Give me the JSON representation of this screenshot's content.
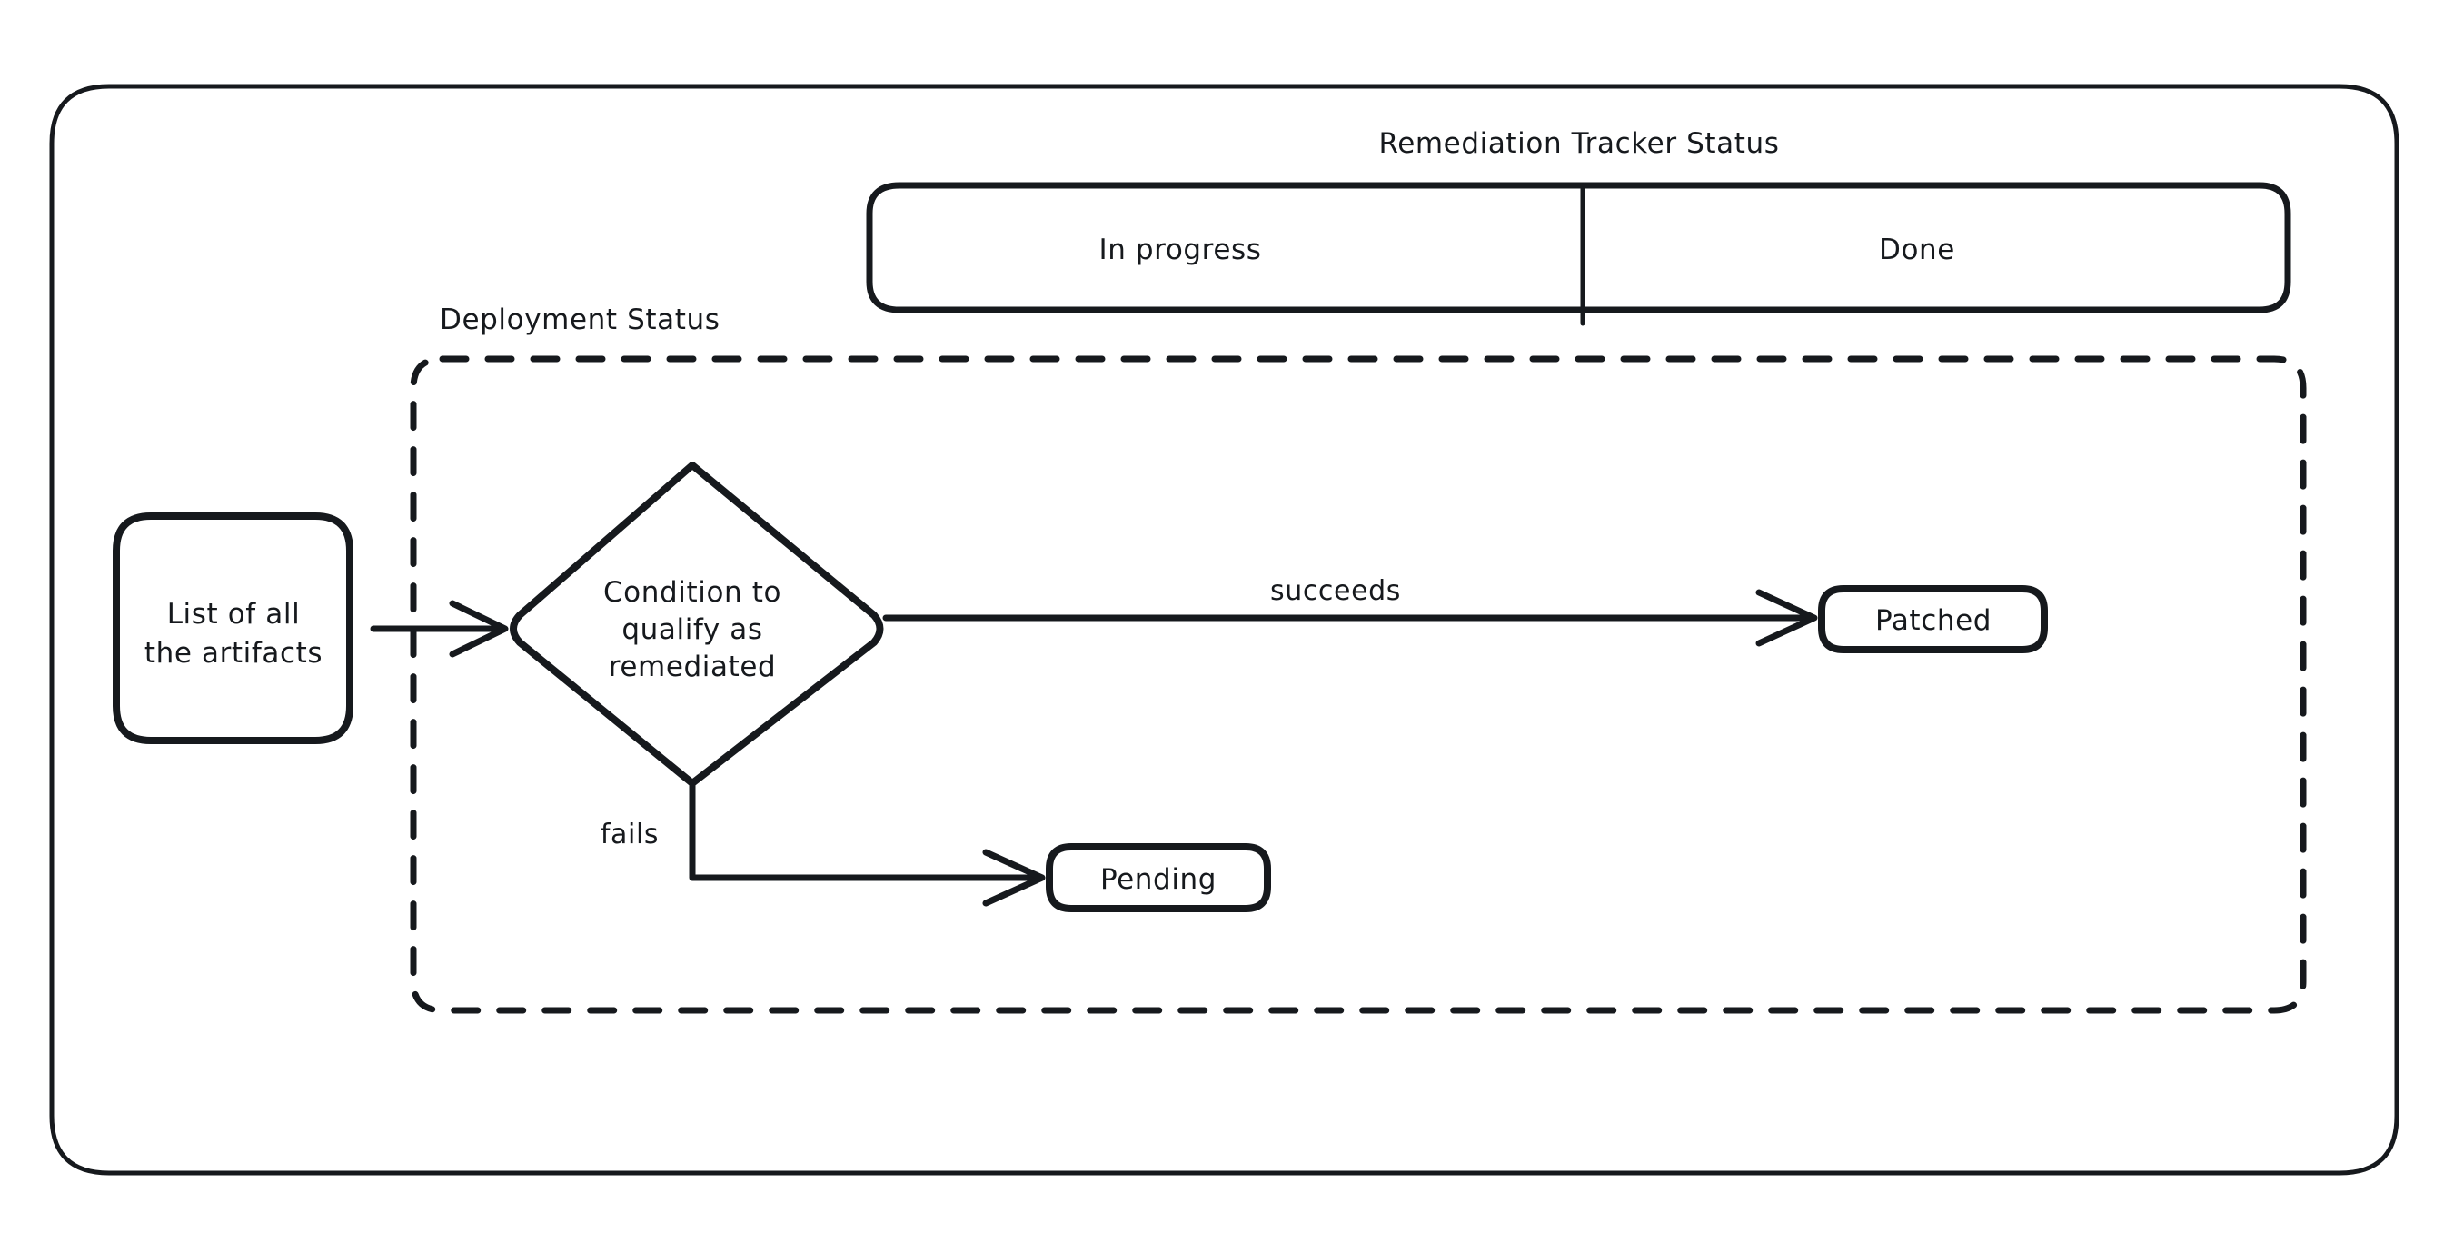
{
  "diagram": {
    "title": "Remediation Tracker Status",
    "swimlane": {
      "label": "Remediation Tracker Status",
      "lanes": [
        {
          "label": "In progress"
        },
        {
          "label": "Done"
        }
      ]
    },
    "group": {
      "label": "Deployment Status",
      "style": "dashed"
    },
    "nodes": [
      {
        "id": "artifacts",
        "label_line1": "List of all",
        "label_line2": "the artifacts",
        "shape": "rounded-rect"
      },
      {
        "id": "condition",
        "label_line1": "Condition to",
        "label_line2": "qualify as",
        "label_line3": "remediated",
        "shape": "diamond"
      },
      {
        "id": "patched",
        "label": "Patched",
        "shape": "rounded-rect"
      },
      {
        "id": "pending",
        "label": "Pending",
        "shape": "rounded-rect"
      }
    ],
    "edges": [
      {
        "from": "artifacts",
        "to": "condition",
        "label": ""
      },
      {
        "from": "condition",
        "to": "patched",
        "label": "succeeds"
      },
      {
        "from": "condition",
        "to": "pending",
        "label": "fails"
      }
    ],
    "colors": {
      "stroke": "#16191d",
      "background": "#ffffff"
    }
  }
}
